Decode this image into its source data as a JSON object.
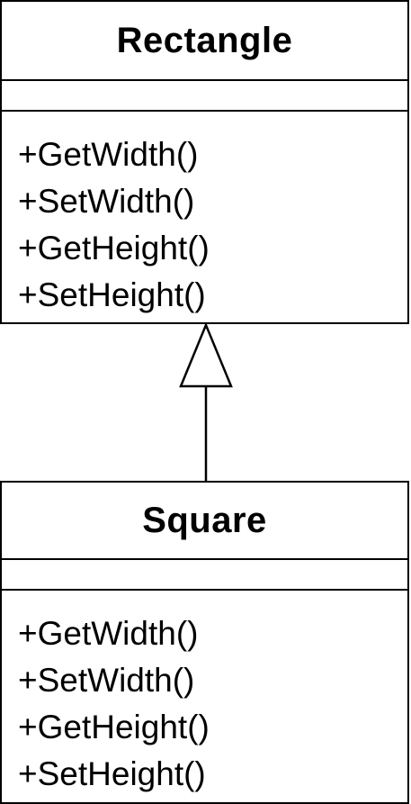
{
  "classes": [
    {
      "name": "Rectangle",
      "methods": [
        "+GetWidth()",
        "+SetWidth()",
        "+GetHeight()",
        "+SetHeight()"
      ]
    },
    {
      "name": "Square",
      "methods": [
        "+GetWidth()",
        "+SetWidth()",
        "+GetHeight()",
        "+SetHeight()"
      ]
    }
  ],
  "relationship": {
    "type": "generalization",
    "from": "Square",
    "to": "Rectangle"
  }
}
